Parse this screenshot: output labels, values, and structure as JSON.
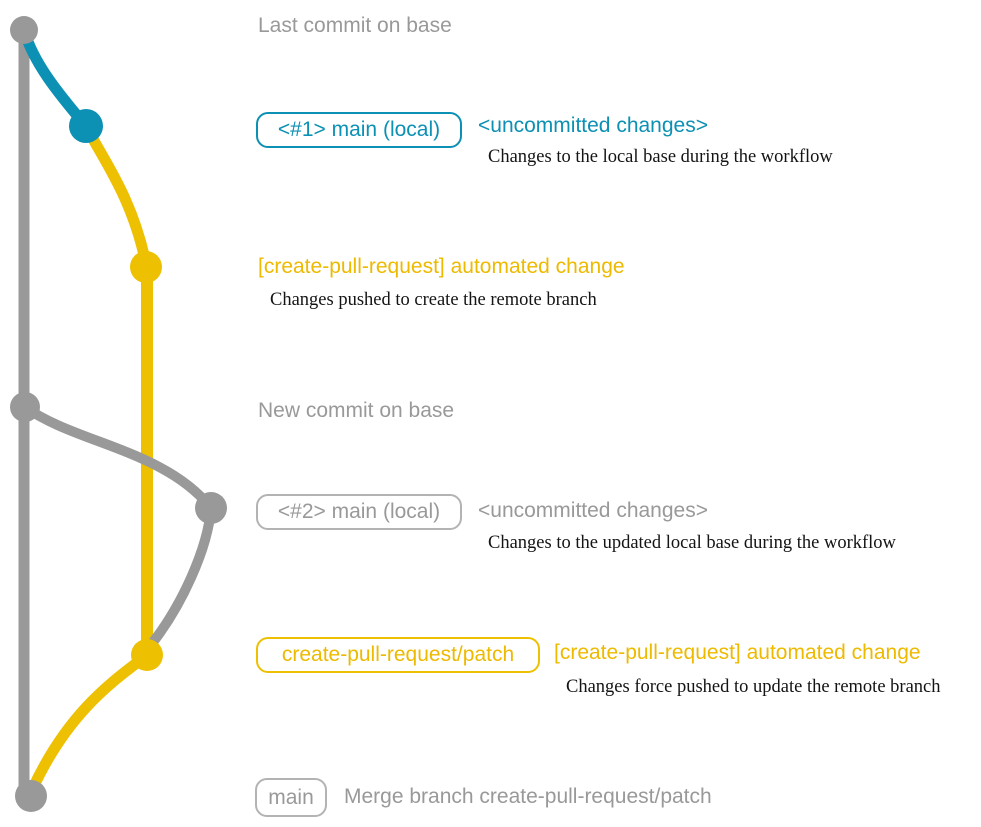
{
  "colors": {
    "gray": "#999999",
    "gray_border": "#b3b3b3",
    "blue": "#0c90b4",
    "yellow": "#edc001",
    "note_black": "#141414"
  },
  "graph": {
    "branches": [
      {
        "name": "base",
        "color": "#999999"
      },
      {
        "name": "main (local)",
        "color": "#0c90b4"
      },
      {
        "name": "create-pull-request/patch",
        "color": "#edc001"
      }
    ]
  },
  "annotations": {
    "last_commit": "Last commit on base",
    "row1_badge": "<#1> main (local)",
    "row1_message": "<uncommitted changes>",
    "row1_note": "Changes to the local base during the workflow",
    "row2_message": "[create-pull-request] automated change",
    "row2_note": "Changes pushed to create the remote branch",
    "new_commit": "New commit on base",
    "row4_badge": "<#2> main (local)",
    "row4_message": "<uncommitted changes>",
    "row4_note": "Changes to the updated local base during the workflow",
    "row5_badge": "create-pull-request/patch",
    "row5_message": "[create-pull-request] automated change",
    "row5_note": "Changes force pushed to update the remote branch",
    "row6_badge": "main",
    "row6_message": "Merge branch create-pull-request/patch"
  }
}
